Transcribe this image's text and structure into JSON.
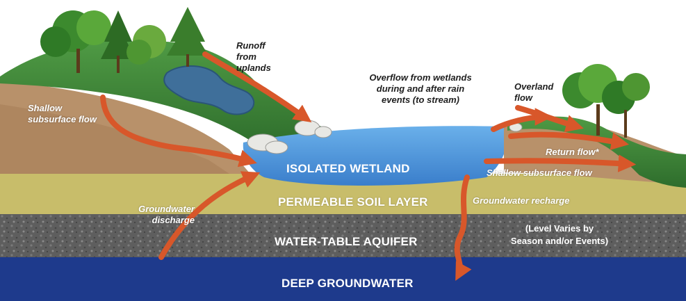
{
  "layers": {
    "wetland": "ISOLATED WETLAND",
    "soil": "PERMEABLE SOIL LAYER",
    "aquifer": "WATER-TABLE AQUIFER",
    "deep": "DEEP GROUNDWATER"
  },
  "labels": {
    "runoff": "Runoff\nfrom\nuplands",
    "overflow": "Overflow from wetlands\nduring and after rain\nevents (to stream)",
    "overland": "Overland\nflow",
    "shallow_left": "Shallow\nsubsurface flow",
    "return_flow": "Return flow*",
    "shallow_right": "Shallow subsurface flow",
    "gw_recharge": "Groundwater recharge",
    "gw_discharge": "Groundwater\ndischarge",
    "level_note": "(Level Varies by\nSeason and/or Events)"
  },
  "colors": {
    "flow_arrow": "#d8572a",
    "wetland_water": "#4a8fd6",
    "soil_layer": "#c8bd6a",
    "aquifer": "#5a5a5a",
    "deep_groundwater": "#1e3a8c",
    "hill_green": "#3f8a3a",
    "hill_brown": "#b8916a"
  }
}
